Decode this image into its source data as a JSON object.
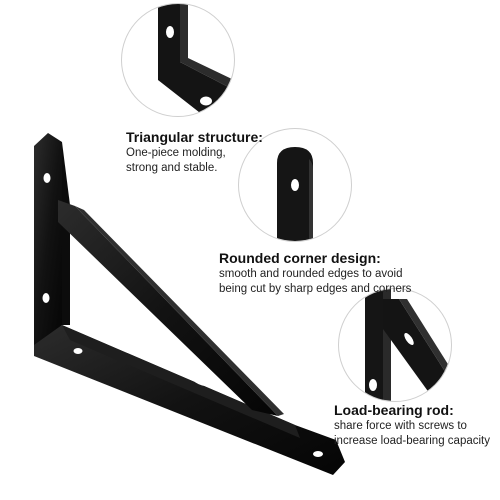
{
  "features": {
    "triangular": {
      "title": "Triangular structure:",
      "lines": [
        "One-piece molding,",
        "strong and stable."
      ]
    },
    "rounded": {
      "title": "Rounded corner design:",
      "lines": [
        "smooth and rounded edges to avoid",
        "being cut by sharp edges and corners"
      ]
    },
    "rod": {
      "title": "Load-bearing rod:",
      "lines": [
        "share force with screws to",
        "increase load-bearing capacity"
      ]
    }
  },
  "colors": {
    "bracket": "#151515",
    "bracket_highlight": "#3a3a3a",
    "background": "#ffffff",
    "circle_border": "#cfcfcf"
  }
}
